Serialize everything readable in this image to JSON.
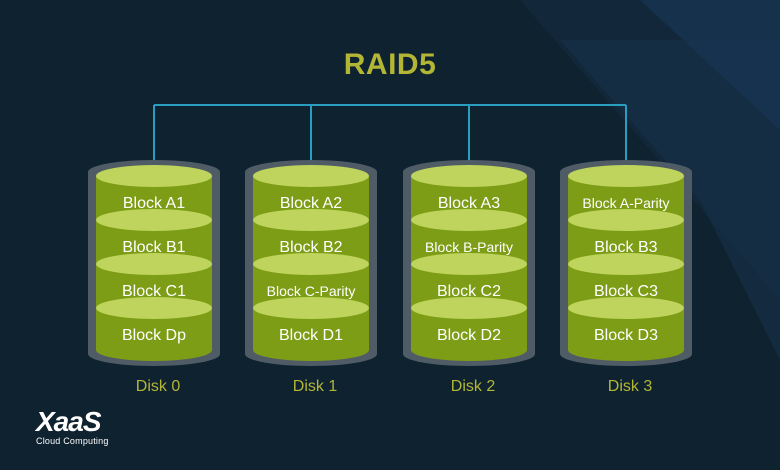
{
  "diagram": {
    "title": "RAID5",
    "colors": {
      "background": "#0f2230",
      "accent": "#b3b635",
      "connector": "#2a9ec0",
      "disk_frame": "#4f5c66",
      "block_fill": "#7e9d16",
      "block_top": "#bed45c",
      "block_text": "#ffffff"
    },
    "disks": [
      {
        "label": "Disk 0",
        "blocks": [
          "Block A1",
          "Block B1",
          "Block C1",
          "Block Dp"
        ]
      },
      {
        "label": "Disk 1",
        "blocks": [
          "Block A2",
          "Block B2",
          "Block C-Parity",
          "Block D1"
        ]
      },
      {
        "label": "Disk 2",
        "blocks": [
          "Block A3",
          "Block B-Parity",
          "Block C2",
          "Block D2"
        ]
      },
      {
        "label": "Disk 3",
        "blocks": [
          "Block A-Parity",
          "Block B3",
          "Block C3",
          "Block D3"
        ]
      }
    ]
  },
  "logo": {
    "main": "XaaS",
    "sub": "Cloud Computing"
  }
}
